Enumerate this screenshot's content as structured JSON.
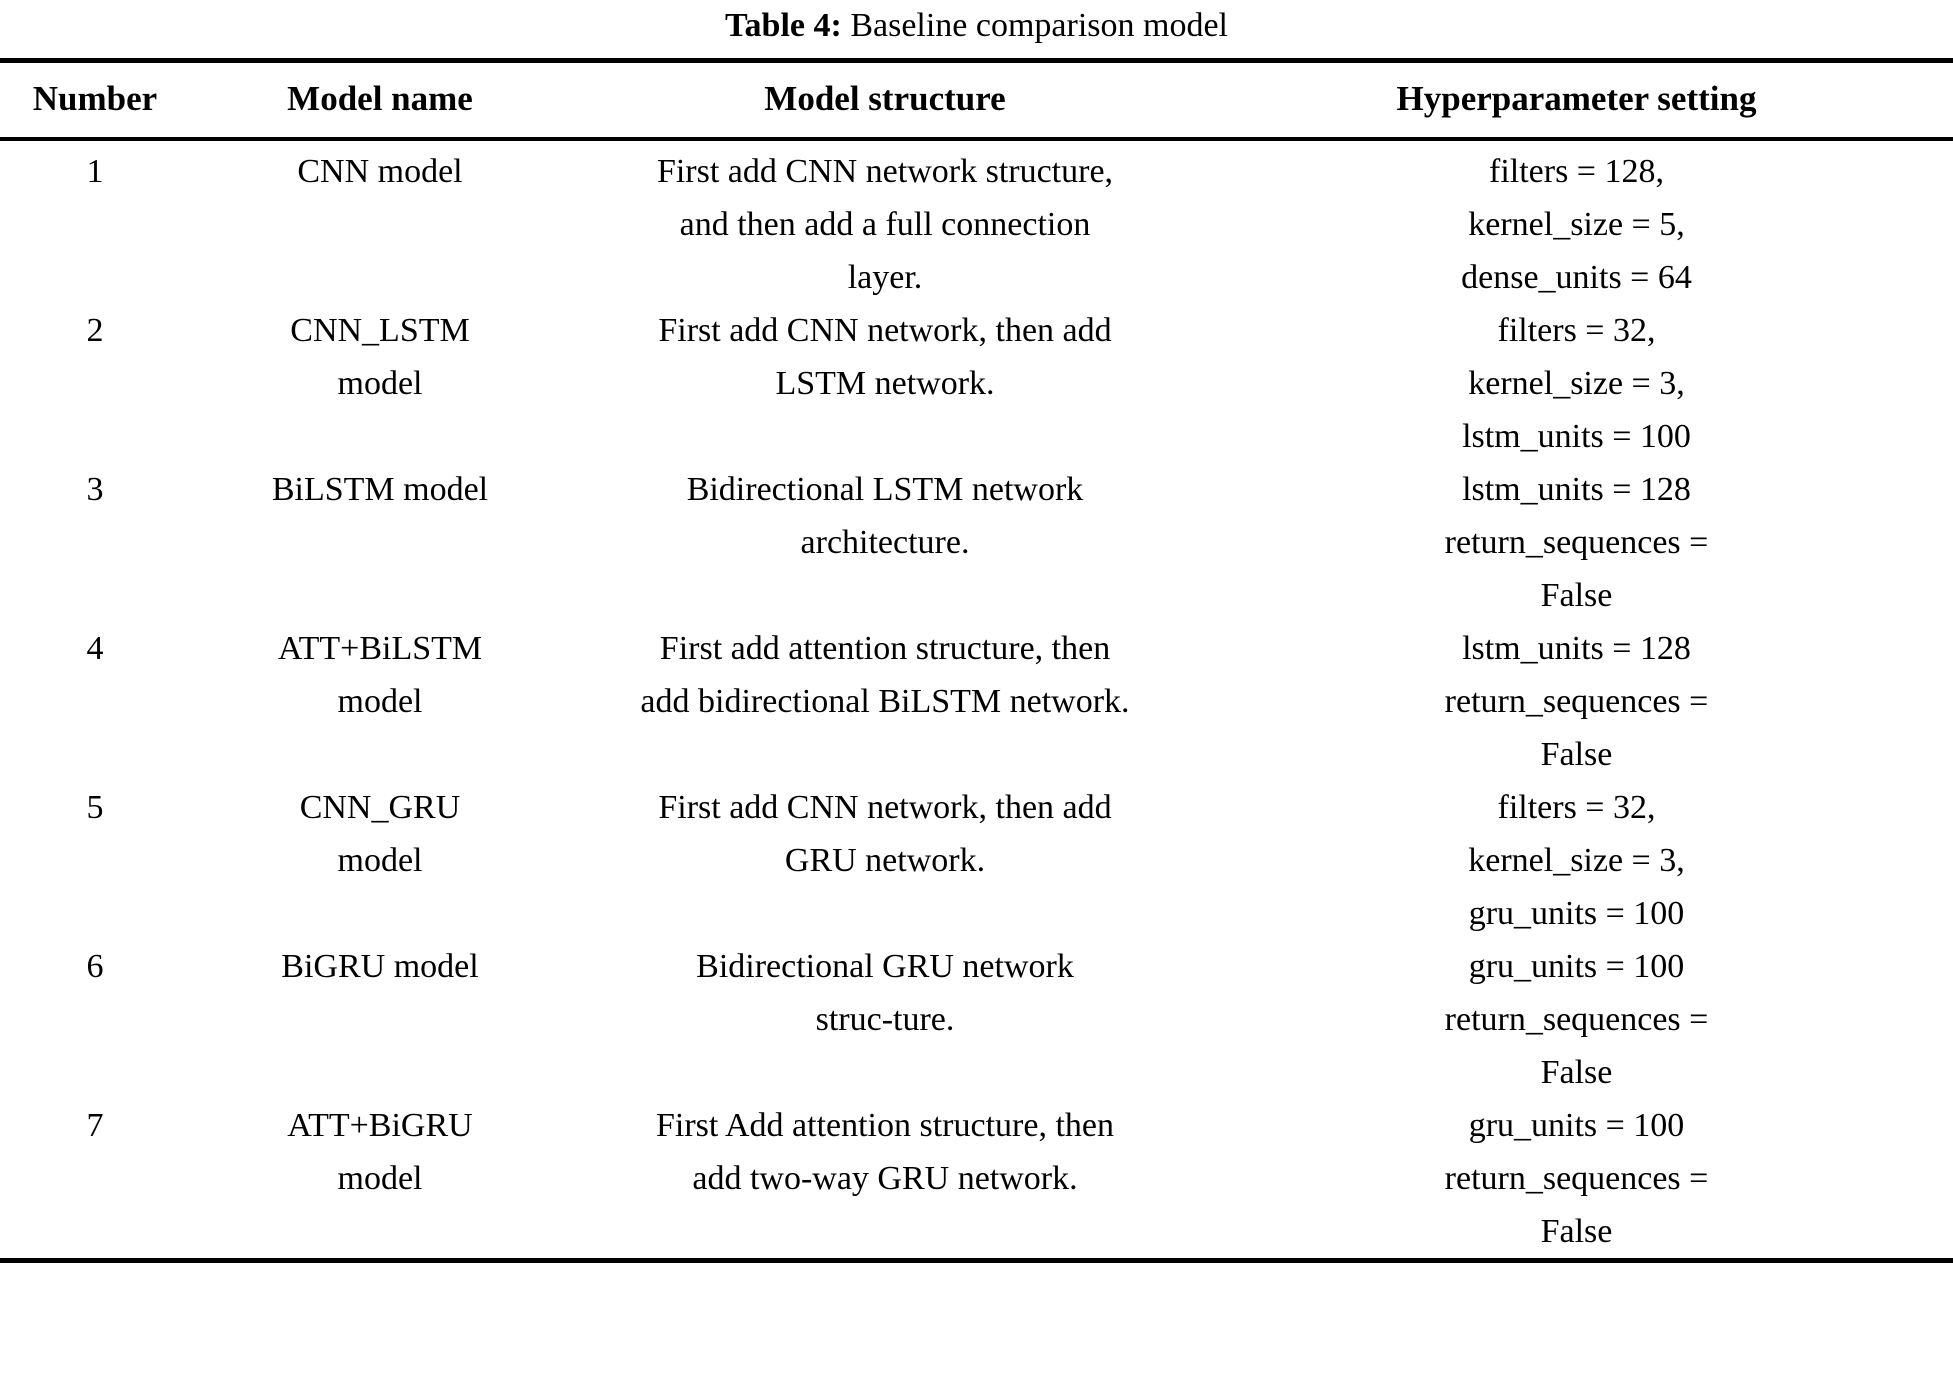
{
  "caption": {
    "label": "Table 4:",
    "text": "Baseline comparison model"
  },
  "table": {
    "headers": {
      "number": "Number",
      "model_name": "Model name",
      "model_structure": "Model structure",
      "hyperparameter_setting": "Hyperparameter setting"
    },
    "rows": [
      {
        "number": "1",
        "model_name_lines": [
          "CNN model"
        ],
        "model_structure_lines": [
          "First add CNN network structure,",
          "and then add a full connection",
          "layer."
        ],
        "hyperparameter_lines": [
          "filters = 128,",
          "kernel_size = 5,",
          "dense_units = 64"
        ]
      },
      {
        "number": "2",
        "model_name_lines": [
          "CNN_LSTM",
          "model"
        ],
        "model_structure_lines": [
          "First add CNN network, then add",
          "LSTM network."
        ],
        "hyperparameter_lines": [
          "filters = 32,",
          "kernel_size = 3,",
          "lstm_units = 100"
        ]
      },
      {
        "number": "3",
        "model_name_lines": [
          "BiLSTM model"
        ],
        "model_structure_lines": [
          "Bidirectional LSTM network",
          "architecture."
        ],
        "hyperparameter_lines": [
          "lstm_units = 128",
          "return_sequences =",
          "False"
        ]
      },
      {
        "number": "4",
        "model_name_lines": [
          "ATT+BiLSTM",
          "model"
        ],
        "model_structure_lines": [
          "First add attention structure, then",
          "add bidirectional BiLSTM network."
        ],
        "hyperparameter_lines": [
          "lstm_units = 128",
          "return_sequences =",
          "False"
        ]
      },
      {
        "number": "5",
        "model_name_lines": [
          "CNN_GRU",
          "model"
        ],
        "model_structure_lines": [
          "First add CNN network, then add",
          "GRU network."
        ],
        "hyperparameter_lines": [
          "filters = 32,",
          "kernel_size = 3,",
          "gru_units = 100"
        ]
      },
      {
        "number": "6",
        "model_name_lines": [
          "BiGRU model"
        ],
        "model_structure_lines": [
          "Bidirectional GRU network",
          "struc-ture."
        ],
        "hyperparameter_lines": [
          "gru_units = 100",
          "return_sequences =",
          "False"
        ]
      },
      {
        "number": "7",
        "model_name_lines": [
          "ATT+BiGRU",
          "model"
        ],
        "model_structure_lines": [
          "First Add attention structure, then",
          "add two-way GRU network."
        ],
        "hyperparameter_lines": [
          "gru_units = 100",
          "return_sequences =",
          "False"
        ]
      }
    ]
  }
}
